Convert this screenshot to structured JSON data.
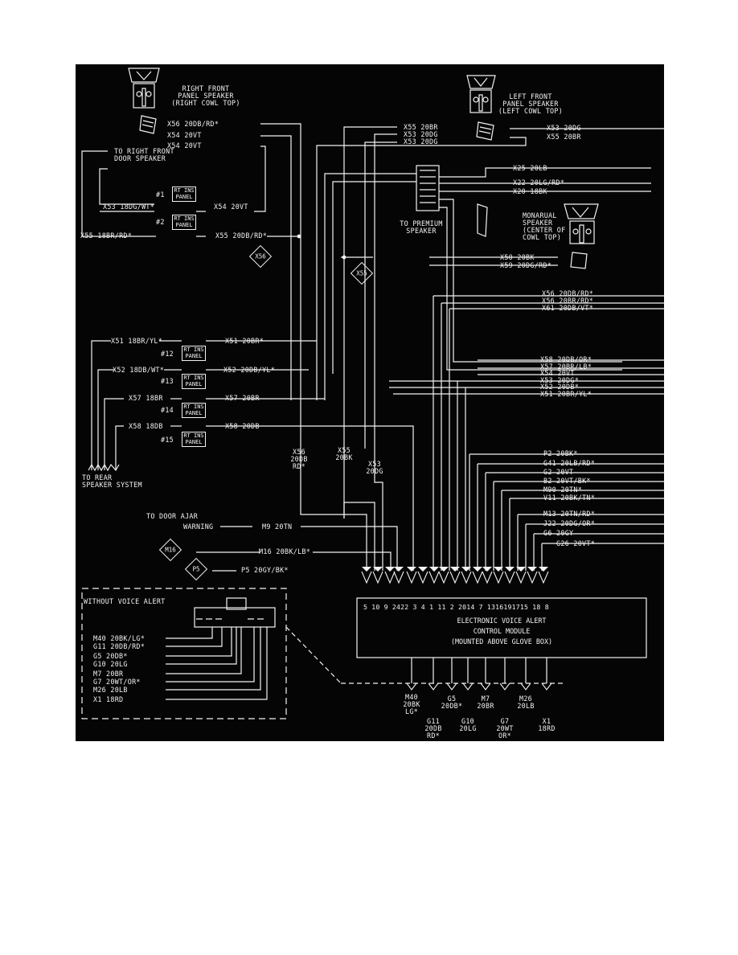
{
  "speakers": {
    "right_front": [
      "RIGHT FRONT",
      "PANEL SPEAKER",
      "(RIGHT COWL TOP)"
    ],
    "left_front": [
      "LEFT FRONT",
      "PANEL SPEAKER",
      "(LEFT COWL TOP)"
    ],
    "monaural": [
      "MONARUAL",
      "SPEAKER",
      "(CENTER OF",
      "COWL TOP)"
    ]
  },
  "right_front_wires": [
    "X56 20DB/RD*",
    "X54 20VT",
    "X54 20VT"
  ],
  "right_front_door": [
    "TO RIGHT FRONT",
    "DOOR SPEAKER"
  ],
  "left_front_wires": [
    "X55 20BR",
    "X53 20DG",
    "X53 20DG"
  ],
  "right_edge_top": [
    "X53 20DG",
    "X55 20BR"
  ],
  "panel_rows_top": [
    {
      "num": "#1",
      "left": "X53 18DG/WT*",
      "right": "X54 20VT"
    },
    {
      "num": "#2",
      "left": "X55 18BR/RD*",
      "right": "X55 20DB/RD*"
    }
  ],
  "panel_rows_bottom": [
    {
      "num": "#12",
      "left": "X51 18BR/YL*",
      "right": "X51 20BR*"
    },
    {
      "num": "#13",
      "left": "X52 18DB/WT*",
      "right": "X52 20DB/YL*"
    },
    {
      "num": "#14",
      "left": "X57 18BR",
      "right": "X57 20BR"
    },
    {
      "num": "#15",
      "left": "X58 18DB",
      "right": "X58 20DB"
    }
  ],
  "rt_ins_panel": [
    "RT INS",
    "PANEL"
  ],
  "premium": [
    "TO PREMIUM",
    "SPEAKER"
  ],
  "premium_right_wires": [
    "X25 20LB",
    "X22 20LG/RD*",
    "X20 18BK"
  ],
  "monaural_wires": [
    "X50 20BK",
    "X59 20DG/RD*"
  ],
  "right_edge_mid": [
    "X56 20DB/RD*",
    "X56 20BR/RD*",
    "X61 20DB/VT*"
  ],
  "right_edge_lower": [
    "X58 20DB/OR*",
    "X57 20BR/LB*",
    "X54 20VT",
    "X53 20DG*",
    "X52 20DB*",
    "X51 20BR/YL*"
  ],
  "splice_markers": [
    "X56",
    "X55",
    "M16",
    "P5"
  ],
  "vertical_wire_labels": {
    "x56": [
      "X56",
      "20DB",
      "RD*"
    ],
    "x55": [
      "X55",
      "20BK"
    ],
    "x53": [
      "X53",
      "20DG"
    ]
  },
  "rear_speaker": [
    "TO REAR",
    "SPEAKER SYSTEM"
  ],
  "door_ajar": [
    "TO DOOR AJAR",
    "WARNING"
  ],
  "left_inputs": [
    "M9 20TN",
    "M16 20BK/LB*",
    "P5 20GY/BK*"
  ],
  "module_right_wires": [
    "P2 20BK*",
    "G41 20LB/RD*",
    "G2 20VT",
    "B2 20VT/BK*",
    "M90 20TN*",
    "V11 20BK/TN*",
    "M13 20TN/RD*",
    "J22 20DG/OR*",
    "G6 20GY",
    "G26 20VT*"
  ],
  "module": {
    "pins": "5 10 9 2422 3  4  1 11 2 2014 7 1316191715 18 8",
    "title": [
      "ELECTRONIC VOICE ALERT",
      "CONTROL MODULE",
      "(MOUNTED ABOVE GLOVE BOX)"
    ]
  },
  "without_voice_alert": {
    "title": "WITHOUT VOICE ALERT",
    "wires": [
      "M40 20BK/LG*",
      "G11 20DB/RD*",
      "G5 20DB*",
      "G10 20LG",
      "M7 20BR",
      "G7 20WT/OR*",
      "M26 20LB",
      "X1 18RD"
    ]
  },
  "bottom_wires": [
    [
      "M40",
      "20BK",
      "LG*"
    ],
    [
      "G11",
      "20DB",
      "RD*"
    ],
    [
      "G5",
      "20DB*"
    ],
    [
      "G10",
      "20LG"
    ],
    [
      "M7",
      "20BR"
    ],
    [
      "G7",
      "20WT",
      "OR*"
    ],
    [
      "M26",
      "20LB"
    ],
    [
      "X1",
      "18RD"
    ]
  ],
  "colors": {
    "background": "#050505",
    "ink": "#f2f2f2",
    "page": "#ffffff"
  }
}
